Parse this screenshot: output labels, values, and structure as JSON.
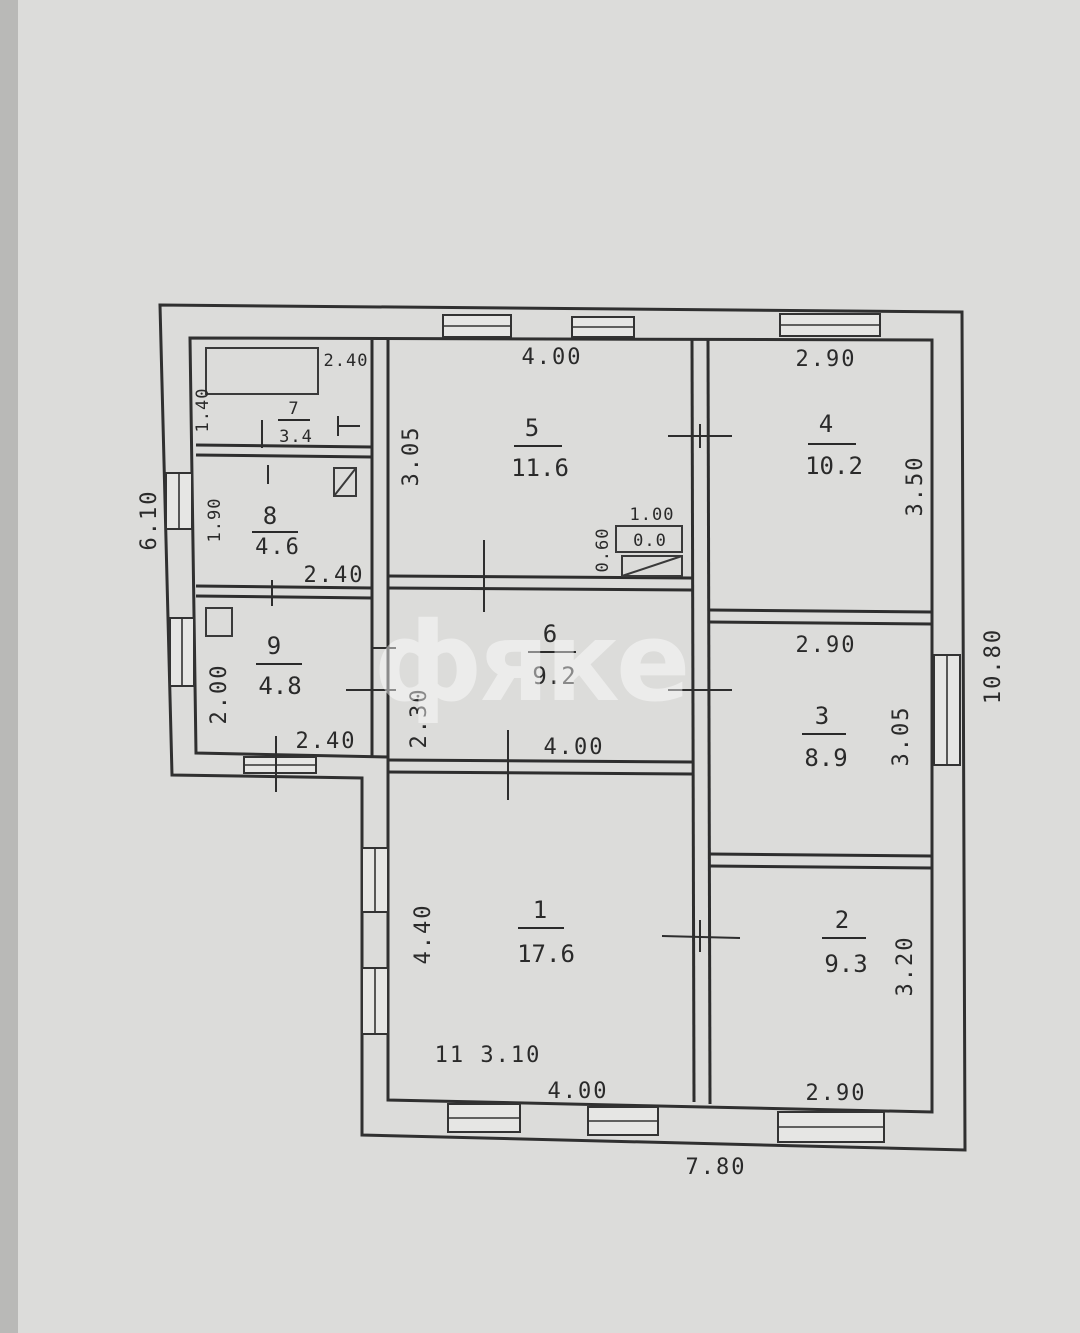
{
  "watermark": "фяке",
  "dimensions": {
    "total_width": "7.80",
    "total_depth": "10.80",
    "left_depth": "6.10",
    "ceiling_height": "11 3.10"
  },
  "rooms": [
    {
      "id": "1",
      "area": "17.6"
    },
    {
      "id": "2",
      "area": "9.3"
    },
    {
      "id": "3",
      "area": "8.9"
    },
    {
      "id": "4",
      "area": "10.2"
    },
    {
      "id": "5",
      "area": "11.6"
    },
    {
      "id": "6",
      "area": "9.2"
    },
    {
      "id": "7",
      "area": "3.4"
    },
    {
      "id": "8",
      "area": "4.6"
    },
    {
      "id": "9",
      "area": "4.8"
    }
  ],
  "measurements": {
    "room5_width": "4.00",
    "room5_depth": "3.05",
    "room4_width": "2.90",
    "room4_depth": "3.50",
    "room3_width": "2.90",
    "room3_depth": "3.05",
    "room2_width": "2.90",
    "room2_depth": "3.20",
    "room1_width": "4.00",
    "room1_depth": "4.40",
    "room6_width": "4.00",
    "room6_depth": "2.30",
    "room7_width": "2.40",
    "room7_depth": "1.40",
    "room8_width": "2.40",
    "room8_depth": "1.90",
    "room9_width": "2.40",
    "room9_depth": "2.00",
    "niche_width": "1.00",
    "niche_depth": "0.60",
    "stove_mark": "0.0"
  }
}
